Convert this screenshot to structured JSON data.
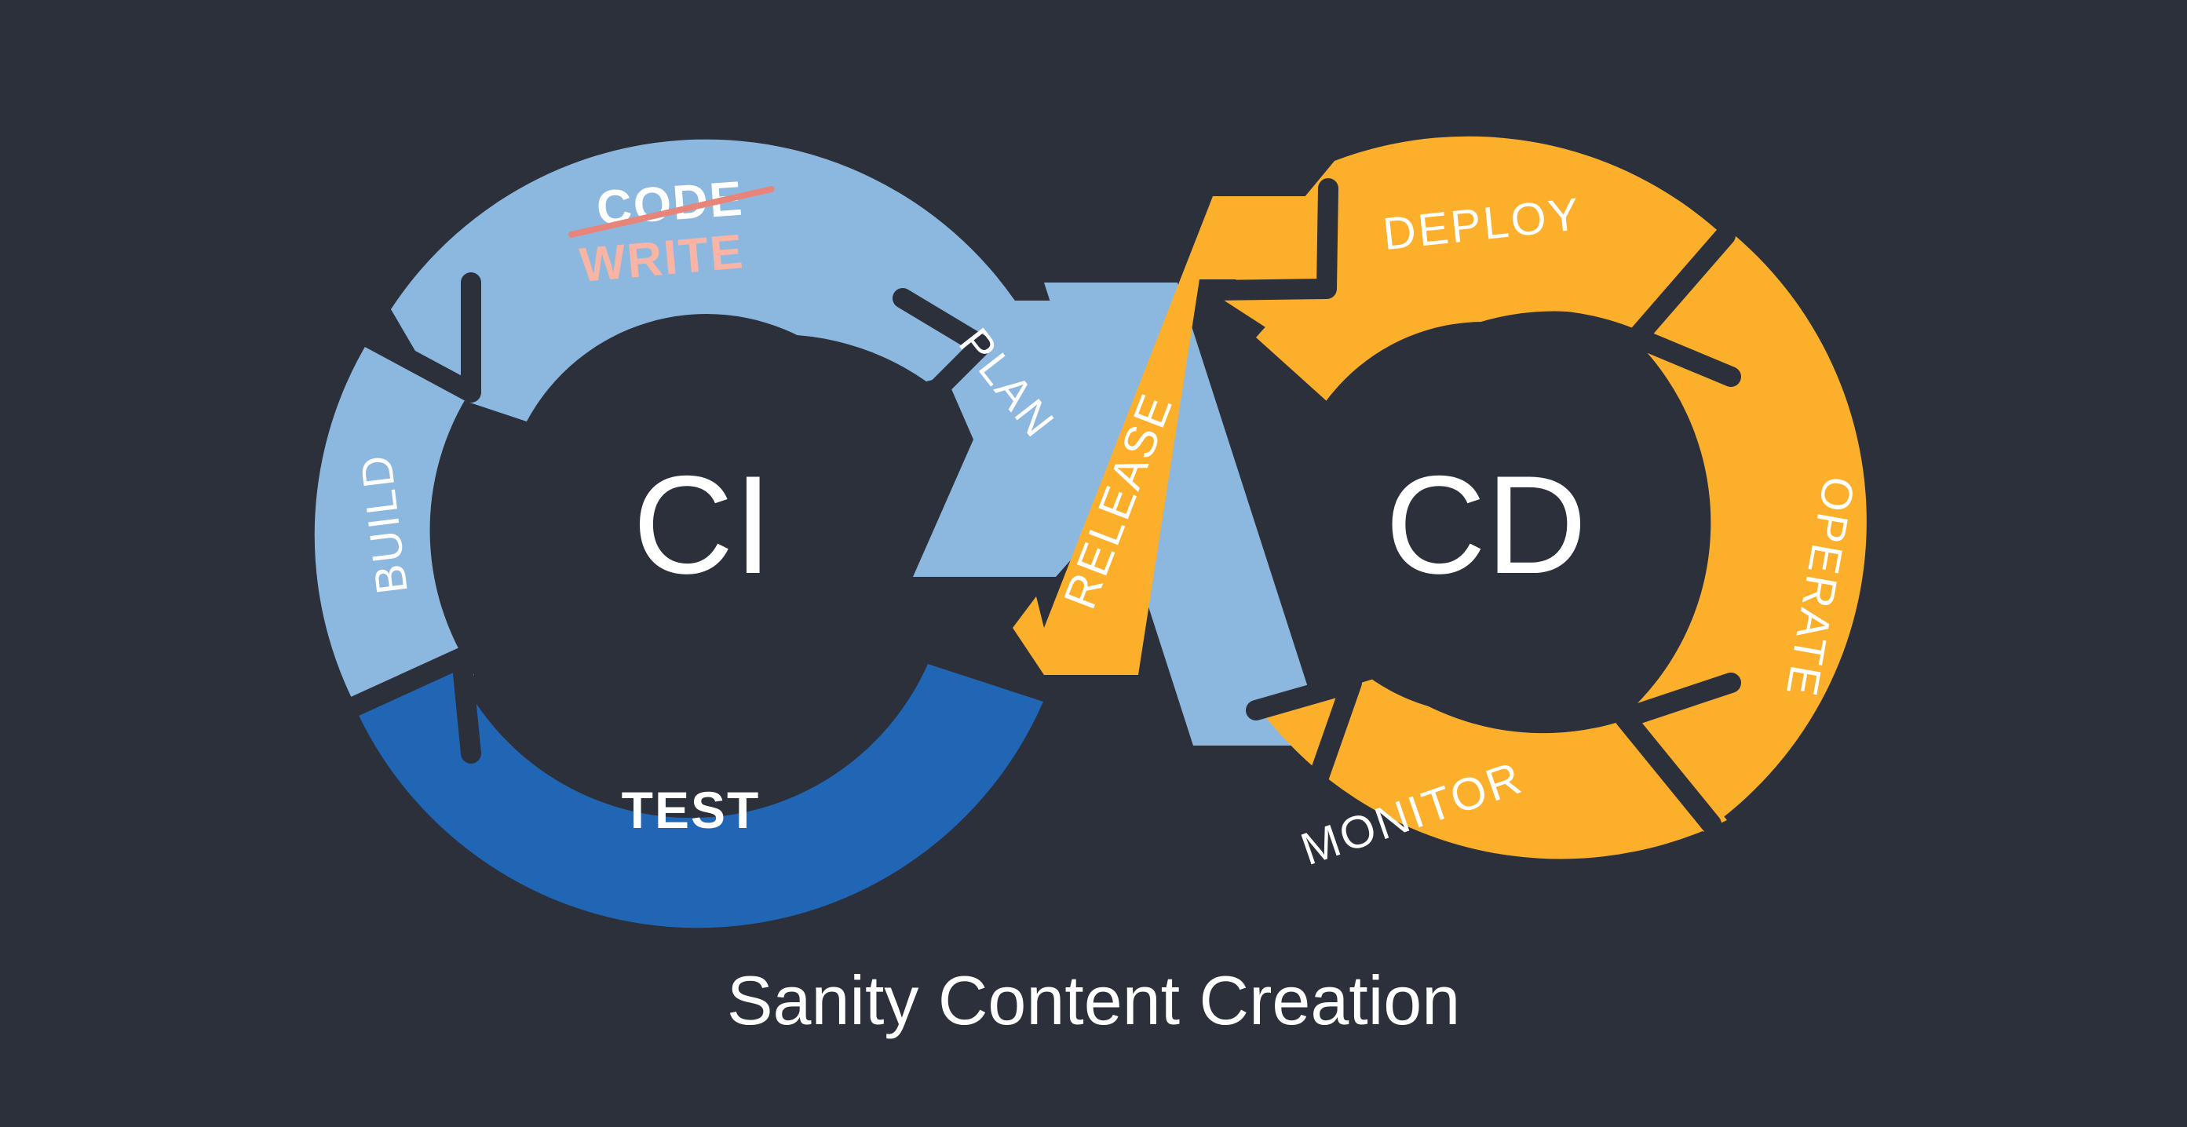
{
  "diagram": {
    "title": "DevOps CI/CD Infinity Loop",
    "caption": "Sanity Content Creation",
    "background_color": "#2b303a",
    "hubs": [
      {
        "id": "ci",
        "label": "CI",
        "color": "#2b303a"
      },
      {
        "id": "cd",
        "label": "CD",
        "color": "#2b303a"
      }
    ],
    "left_loop": {
      "name": "CI",
      "segments": [
        {
          "id": "code-write",
          "label": "CODE",
          "replacement_label": "WRITE",
          "struck_through": true,
          "color": "#8cb8e0",
          "label_color": "#ffffff",
          "replacement_color": "#f8b4a4",
          "strike_color": "#e8857a"
        },
        {
          "id": "build",
          "label": "BUILD",
          "color": "#8cb8e0",
          "label_color": "#ffffff"
        },
        {
          "id": "test",
          "label": "TEST",
          "color": "#2166b5",
          "label_color": "#ffffff"
        },
        {
          "id": "plan",
          "label": "PLAN",
          "color": "#8cb8e0",
          "label_color": "#ffffff"
        }
      ]
    },
    "right_loop": {
      "name": "CD",
      "segments": [
        {
          "id": "release",
          "label": "RELEASE",
          "color": "#fbaf2b",
          "label_color": "#ffffff"
        },
        {
          "id": "deploy",
          "label": "DEPLOY",
          "color": "#fbaf2b",
          "label_color": "#ffffff"
        },
        {
          "id": "operate",
          "label": "OPERATE",
          "color": "#fbaf2b",
          "label_color": "#ffffff"
        },
        {
          "id": "monitor",
          "label": "MONITOR",
          "color": "#fbaf2b",
          "label_color": "#ffffff"
        }
      ]
    },
    "colors": {
      "background": "#2b303a",
      "light_blue": "#8cb8e0",
      "dark_blue": "#2166b5",
      "orange": "#fbaf2b",
      "salmon": "#f8b4a4",
      "strike": "#e8857a",
      "white": "#ffffff"
    }
  }
}
